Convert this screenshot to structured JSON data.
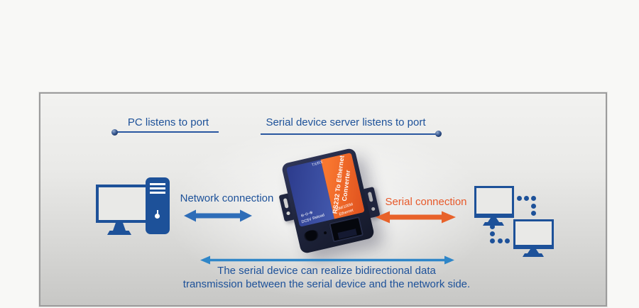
{
  "diagram": {
    "pc_label": "PC listens to port",
    "server_label": "Serial device server listens to port",
    "network_label": "Network connection",
    "serial_label": "Serial connection",
    "bottom_caption_line1": "The serial device can realize bidirectional data",
    "bottom_caption_line2": "transmission between the serial device and the network side."
  },
  "device": {
    "face_label_line1": "RS232 To Ethernet",
    "face_label_line2": "Converter",
    "top_marking": "TX/RX",
    "power_marking_symbols": "⊖-⊙-⊕",
    "power_marking": "DC5V  Reload",
    "ethernet_marking_line1": "10M/100M",
    "ethernet_marking_line2": "Ethernet"
  },
  "colors": {
    "text_blue": "#1d5199",
    "underline_blue": "#2a57a0",
    "network_arrow": "#2e6db8",
    "serial_orange": "#e8622a",
    "bottom_arrow": "#2f86c8",
    "icon_blue": "#1d5199",
    "device_case_navy": "#20263f",
    "device_panel_blue": "#3a4da3",
    "device_panel_orange": "#ef6229",
    "frame_border_gray": "#9c9c9c"
  }
}
